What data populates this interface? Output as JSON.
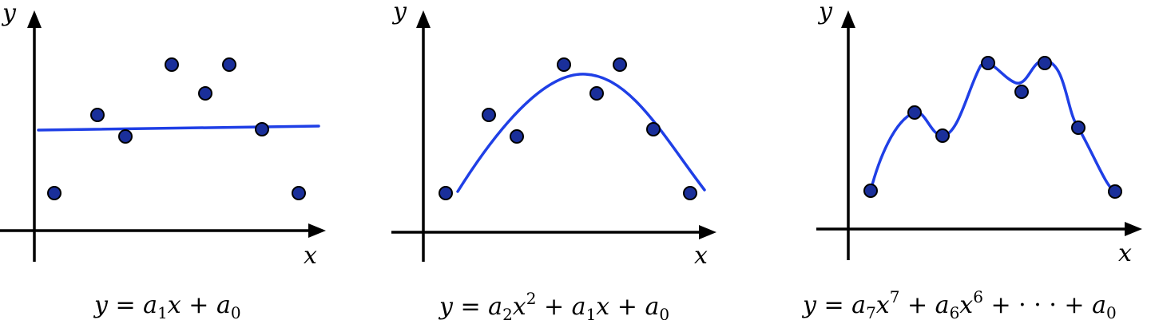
{
  "panels": [
    {
      "id": "linear",
      "x_label": "x",
      "y_label": "y",
      "equation": {
        "y": "y",
        "eq": " = ",
        "a1": "a",
        "s1": "1",
        "x": "x",
        "plus1": " + ",
        "a0": "a",
        "s0": "0"
      }
    },
    {
      "id": "quadratic",
      "x_label": "x",
      "y_label": "y",
      "equation": {
        "y": "y",
        "eq": " = ",
        "a2": "a",
        "s2": "2",
        "x2": "x",
        "p2": "2",
        "plus1": " + ",
        "a1": "a",
        "s1": "1",
        "x1": "x",
        "plus2": " + ",
        "a0": "a",
        "s0": "0"
      }
    },
    {
      "id": "septic",
      "x_label": "x",
      "y_label": "y",
      "equation": {
        "y": "y",
        "eq": " = ",
        "a7": "a",
        "s7": "7",
        "x7": "x",
        "p7": "7",
        "plus1": " + ",
        "a6": "a",
        "s6": "6",
        "x6": "x",
        "p6": "6",
        "plus2": " + ",
        "dots": "· · ·",
        "plus3": " + ",
        "a0": "a",
        "s0": "0"
      }
    }
  ],
  "colors": {
    "point_fill": "#1a2f9a",
    "fit_line": "#1f3fe6",
    "axis": "#000000"
  }
}
